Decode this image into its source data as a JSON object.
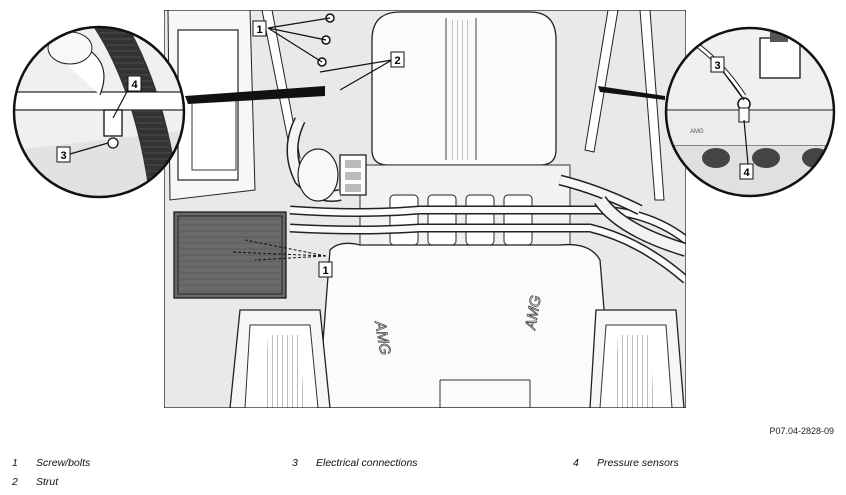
{
  "figure": {
    "id": "P07.04-2828-09",
    "callouts": {
      "c1": "1",
      "c2": "2",
      "c3": "3",
      "c4": "4"
    }
  },
  "legend": [
    {
      "number": "1",
      "label": "Screw/bolts"
    },
    {
      "number": "2",
      "label": "Strut"
    },
    {
      "number": "3",
      "label": "Electrical connections"
    },
    {
      "number": "4",
      "label": "Pressure sensors"
    }
  ]
}
